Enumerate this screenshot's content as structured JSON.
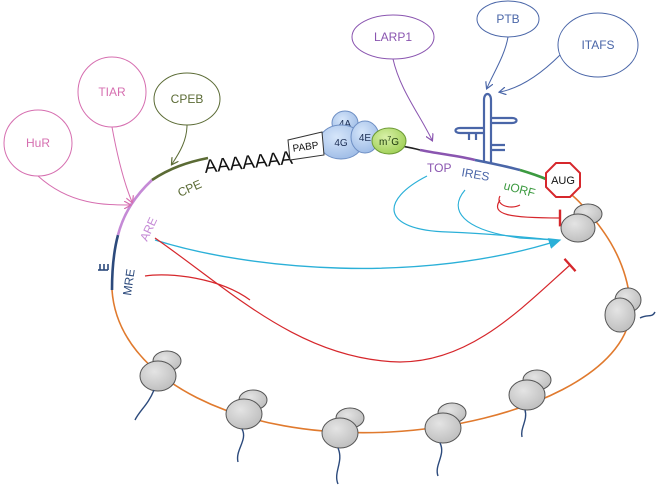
{
  "proteins": {
    "hur": "HuR",
    "tiar": "TIAR",
    "cpeb": "CPEB",
    "larp1": "LARP1",
    "ptb": "PTB",
    "itafs": "ITAFS"
  },
  "elements": {
    "cpe": "CPE",
    "are": "ARE",
    "mre": "MRE",
    "top": "TOP",
    "ires": "IRES",
    "uorf": "uORF",
    "aug": "AUG",
    "polya": "AAAAAAA"
  },
  "complex": {
    "pabp": "PABP",
    "e4a": "4A",
    "e4g": "4G",
    "e4e": "4E",
    "cap_m": "m",
    "cap_sup": "7",
    "cap_g": "G"
  },
  "colors": {
    "pink": "#d66fb0",
    "olive": "#5b6b35",
    "purple": "#8a55b0",
    "blue": "#4a66a8",
    "green": "#3c9a40",
    "orange": "#e07a2e",
    "cyan": "#2bb0d8",
    "red": "#d6272c",
    "navy": "#2c4a7c"
  }
}
